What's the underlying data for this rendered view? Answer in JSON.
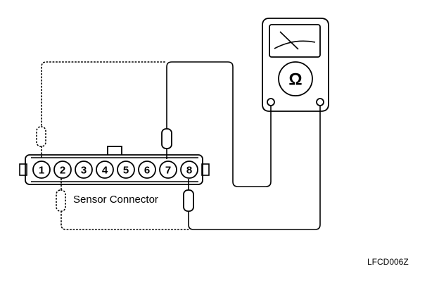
{
  "connector": {
    "label": "Sensor Connector",
    "pins": [
      "1",
      "2",
      "3",
      "4",
      "5",
      "6",
      "7",
      "8"
    ]
  },
  "meter": {
    "symbol": "Ω",
    "icon": "ohmmeter-icon"
  },
  "figure_code": "LFCD006Z"
}
